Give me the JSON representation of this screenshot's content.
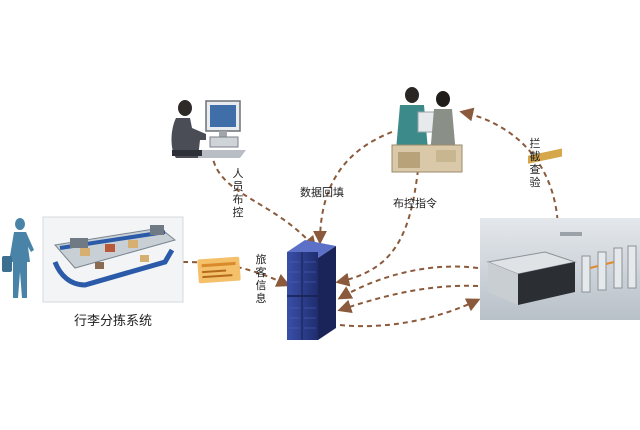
{
  "labels": {
    "staff_control": [
      "人",
      "员",
      "布",
      "控"
    ],
    "data_backfill": "数据回填",
    "deploy_command": "布控指令",
    "intercept_check": [
      "拦",
      "截",
      "查",
      "验"
    ],
    "passenger_info": [
      "旅",
      "客",
      "信",
      "息"
    ],
    "baggage_system": "行李分拣系统"
  },
  "nodes": [
    {
      "name": "workstation",
      "icon": "computer-operator-icon"
    },
    {
      "name": "command-staff",
      "icon": "staff-meeting-icon"
    },
    {
      "name": "server",
      "icon": "server-rack-icon"
    },
    {
      "name": "baggage-sorting",
      "icon": "conveyor-system-icon"
    },
    {
      "name": "traveler",
      "icon": "traveler-silhouette-icon"
    },
    {
      "name": "passenger-info",
      "icon": "boarding-pass-icon"
    },
    {
      "name": "security-gate",
      "icon": "turnstile-gate-icon"
    }
  ],
  "colors": {
    "arrow": "#8b5a3c",
    "server": "#2d3e8f",
    "silhouette": "#4a83a8",
    "text": "#222222"
  }
}
